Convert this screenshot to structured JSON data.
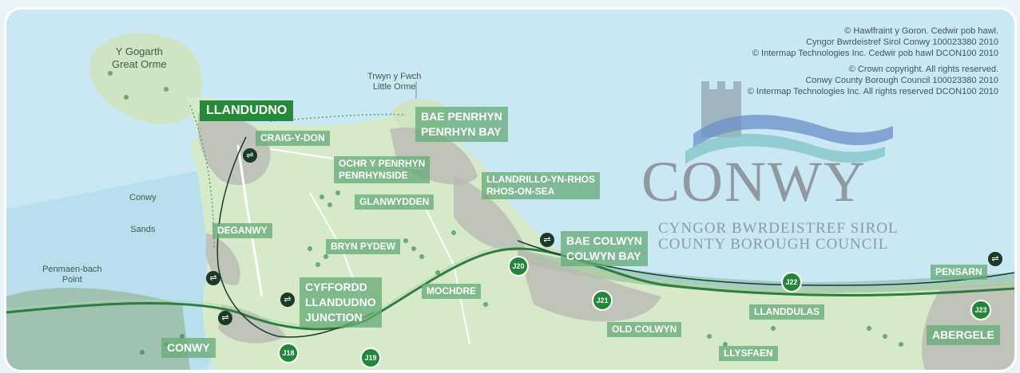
{
  "copyright": {
    "welsh": [
      "© Hawlfraint y Goron. Cedwir pob hawl.",
      "Cyngor Bwrdeistref Sirol Conwy 100023380 2010",
      "© Intermap Technologies Inc. Cedwir pob hawl DCON100 2010"
    ],
    "english": [
      "© Crown copyright. All rights reserved.",
      "Conwy County Borough Council 100023380 2010",
      "© Intermap Technologies Inc. All rights reserved DCON100 2010"
    ]
  },
  "logo": {
    "word": "CONWY",
    "line1": "CYNGOR BWRDEISTREF SIROL",
    "line2": "COUNTY BOROUGH COUNCIL",
    "colors": {
      "tower": "#9fb4bc",
      "wave_blue": "#6b8fc9",
      "wave_teal": "#7fc4c8",
      "text": "#8f9aa0"
    }
  },
  "features": {
    "great_orme": [
      "Y Gogarth",
      "Great Orme"
    ],
    "little_orme": [
      "Trwyn y Fwch",
      "Little Orme"
    ],
    "conwy_sands": [
      "Conwy",
      "Sands"
    ],
    "penmaen_bach": [
      "Penmaen-bach",
      "Point"
    ]
  },
  "towns": {
    "llandudno": "LLANDUDNO",
    "craig_y_don": "CRAIG-Y-DON",
    "bae_penrhyn": [
      "BAE PENRHYN",
      "PENRHYN BAY"
    ],
    "ochr_y_penrhyn": [
      "OCHR Y PENRHYN",
      "PENRHYNSIDE"
    ],
    "llandrillo": [
      "LLANDRILLO-YN-RHOS",
      "RHOS-ON-SEA"
    ],
    "glanwydden": "GLANWYDDEN",
    "deganwy": "DEGANWY",
    "bryn_pydew": "BRYN PYDEW",
    "bae_colwyn": [
      "BAE COLWYN",
      "COLWYN BAY"
    ],
    "cyffordd": [
      "CYFFORDD",
      "LLANDUDNO",
      "JUNCTION"
    ],
    "mochdre": "MOCHDRE",
    "conwy": "CONWY",
    "old_colwyn": "OLD COLWYN",
    "llanddulas": "LLANDDULAS",
    "llysfaen": "LLYSFAEN",
    "pensarn": "PENSARN",
    "abergele": "ABERGELE"
  },
  "junctions": [
    "J18",
    "J19",
    "J20",
    "J21",
    "J22",
    "J23"
  ],
  "rail_icon": "⇌",
  "colors": {
    "sea": "#c9e8f4",
    "land": "#d6e9c9",
    "urban": "#b9b9b4",
    "label_green": "#68ac78",
    "label_dark": "#268a3a",
    "road": "#ffffff",
    "expressway": "#2e7d3f"
  }
}
